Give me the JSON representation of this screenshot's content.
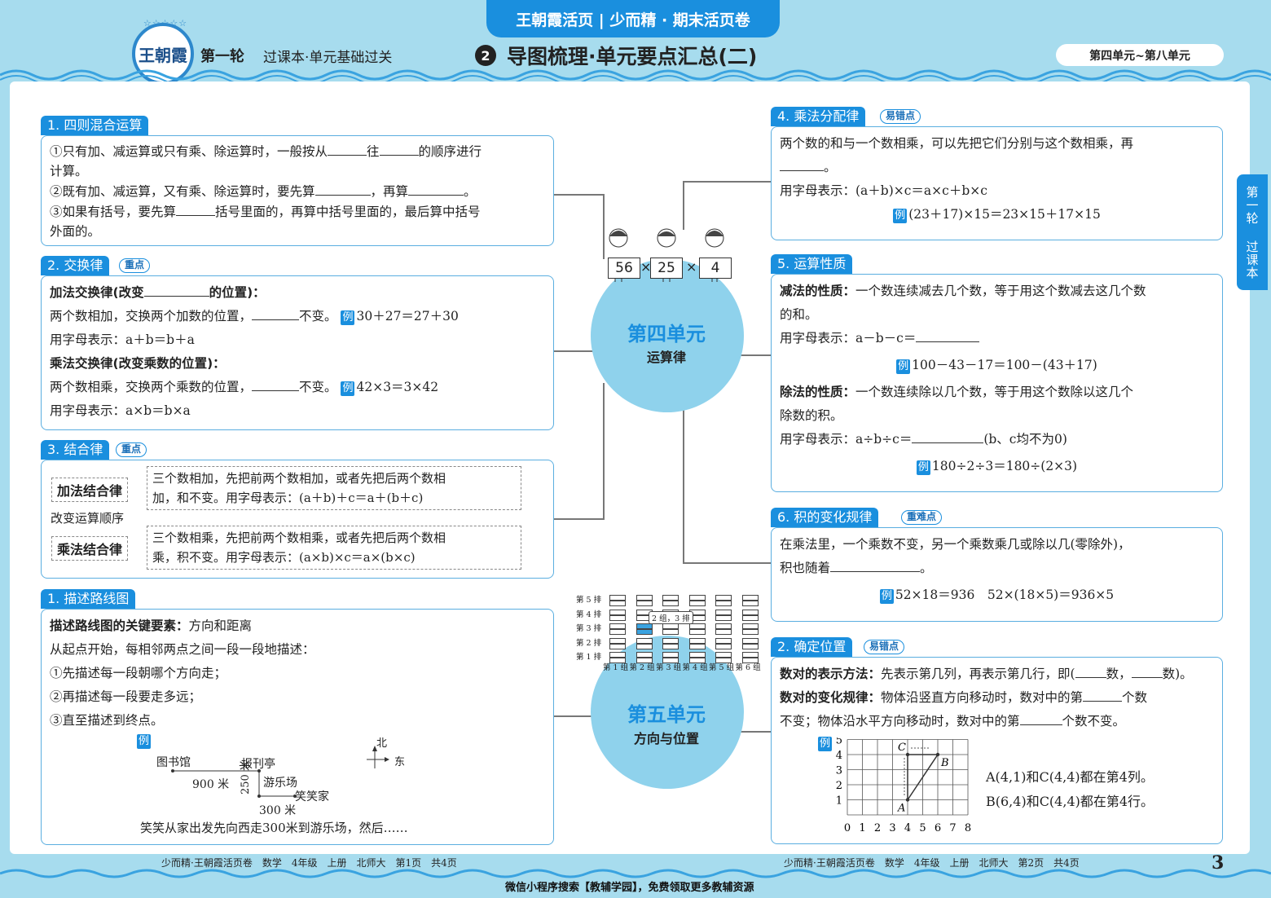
{
  "header": {
    "brand_tab": "王朝霞活页 | 少而精 · 期末活页卷",
    "logo_text": "王朝霞",
    "round": "第一轮",
    "round_sub": "过课本·单元基础过关",
    "section_number": "2",
    "title": "导图梳理·单元要点汇总(二)",
    "unit_range": "第四单元~第八单元"
  },
  "side_tab": "第一轮 过课本",
  "left": {
    "s1": {
      "label": "1. 四则混合运算",
      "lines": [
        "①只有加、减运算或只有乘、除运算时，一般按从",
        "往",
        "的顺序进行",
        "计算。",
        "②既有加、减运算，又有乘、除运算时，要先算",
        "，再算",
        "。",
        "③如果有括号，要先算",
        "括号里面的，再算中括号里面的，最后算中括号",
        "外面的。"
      ]
    },
    "s2": {
      "label": "2. 交换律",
      "badge": "重点",
      "add_title_a": "加法交换律(改变",
      "add_title_b": "的位置)：",
      "add_desc_a": "两个数相加，交换两个加数的位置，",
      "add_desc_b": "不变。",
      "add_example": "30＋27＝27＋30",
      "add_letters": "用字母表示：a＋b＝b＋a",
      "mul_title": "乘法交换律(改变乘数的位置)：",
      "mul_desc_a": "两个数相乘，交换两个乘数的位置，",
      "mul_desc_b": "不变。",
      "mul_example": "42×3＝3×42",
      "mul_letters": "用字母表示：a×b＝b×a",
      "example_tag": "例"
    },
    "s3": {
      "label": "3. 结合律",
      "badge": "重点",
      "add_name": "加法结合律",
      "add_text_1": "三个数相加，先把前两个数相加，或者先把后两个数相",
      "add_text_2": "加，和不变。用字母表示：(a＋b)＋c＝a＋(b＋c)",
      "middle": "改变运算顺序",
      "mul_name": "乘法结合律",
      "mul_text_1": "三个数相乘，先把前两个数相乘，或者先把后两个数相",
      "mul_text_2": "乘，积不变。用字母表示：(a×b)×c＝a×(b×c)"
    },
    "s4": {
      "label": "1. 描述路线图",
      "key_bold": "描述路线图的关键要素：",
      "key_text": "方向和距离",
      "lines": [
        "从起点开始，每相邻两点之间一段一段地描述：",
        "①先描述每一段朝哪个方向走；",
        "②再描述每一段要走多远；",
        "③直至描述到终点。"
      ],
      "example_tag": "例",
      "map": {
        "library": "图书馆",
        "kiosk": "报刊亭",
        "park": "游乐场",
        "home": "笑笑家",
        "d1": "900 米",
        "d2": "250 米",
        "d3": "300 米",
        "north": "北",
        "east": "东"
      },
      "caption": "笑笑从家出发先向西走300米到游乐场，然后……"
    }
  },
  "center": {
    "unit4": {
      "title": "第四单元",
      "sub": "运算律",
      "cards": [
        "56",
        "25",
        "4"
      ],
      "op": "×"
    },
    "unit5": {
      "title": "第五单元",
      "sub": "方向与位置",
      "rows": [
        "第 5 排",
        "第 4 排",
        "第 3 排",
        "第 2 排",
        "第 1 排"
      ],
      "groups": [
        "第 1 组",
        "第 2 组",
        "第 3 组",
        "第 4 组",
        "第 5 组",
        "第 6 组"
      ],
      "callout": "2 组，3 排"
    }
  },
  "right": {
    "s4": {
      "label": "4. 乘法分配律",
      "badge": "易错点",
      "line1": "两个数的和与一个数相乘，可以先把它们分别与这个数相乘，再",
      "line2_end": "。",
      "letters": "用字母表示：(a＋b)×c＝a×c＋b×c",
      "example": "(23＋17)×15＝23×15＋17×15",
      "example_tag": "例"
    },
    "s5": {
      "label": "5. 运算性质",
      "sub_bold": "减法的性质：",
      "sub_text_1": "一个数连续减去几个数，等于用这个数减去这几个数",
      "sub_text_2": "的和。",
      "sub_letters": "用字母表示：a－b－c＝",
      "sub_example": "100－43－17＝100－(43＋17)",
      "div_bold": "除法的性质：",
      "div_text_1": "一个数连续除以几个数，等于用这个数除以这几个",
      "div_text_2": "除数的积。",
      "div_letters": "用字母表示：a÷b÷c＝",
      "div_note": "(b、c均不为0)",
      "div_example": "180÷2÷3＝180÷(2×3)",
      "example_tag": "例"
    },
    "s6": {
      "label": "6. 积的变化规律",
      "badge": "重难点",
      "line1": "在乘法里，一个乘数不变，另一个乘数乘几或除以几(零除外)，",
      "line2": "积也随着",
      "line2_end": "。",
      "example": "52×18＝936　52×(18×5)＝936×5",
      "example_tag": "例"
    },
    "s7": {
      "label": "2. 确定位置",
      "badge": "易错点",
      "pair_bold": "数对的表示方法：",
      "pair_text": "先表示第几列，再表示第几行，即(",
      "pair_mid1": "数，",
      "pair_mid2": "数)。",
      "rule_bold": "数对的变化规律：",
      "rule_text_1": "物体沿竖直方向移动时，数对中的第",
      "rule_text_1b": "个数",
      "rule_text_2": "不变；物体沿水平方向移动时，数对中的第",
      "rule_text_2b": "个数不变。",
      "example_tag": "例",
      "grid": {
        "x_ticks": [
          "0",
          "1",
          "2",
          "3",
          "4",
          "5",
          "6",
          "7",
          "8"
        ],
        "y_ticks": [
          "1",
          "2",
          "3",
          "4",
          "5"
        ],
        "points": [
          {
            "name": "A",
            "x": 4,
            "y": 1
          },
          {
            "name": "B",
            "x": 6,
            "y": 4
          },
          {
            "name": "C",
            "x": 4,
            "y": 4
          }
        ]
      },
      "note1": "A(4,1)和C(4,4)都在第4列。",
      "note2": "B(6,4)和C(4,4)都在第4行。"
    }
  },
  "footer": {
    "left": "少而精·王朝霞活页卷　数学　4年级　上册　北师大　第1页　共4页",
    "right": "少而精·王朝霞活页卷　数学　4年级　上册　北师大　第2页　共4页",
    "page_number": "3",
    "promo": "微信小程序搜索【教辅学园】，免费领取更多教辅资源"
  }
}
